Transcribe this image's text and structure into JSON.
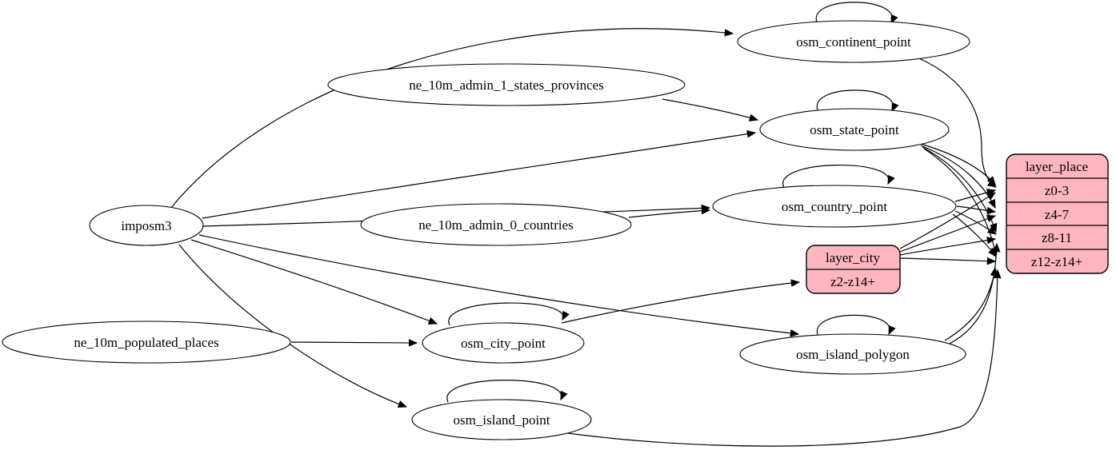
{
  "diagram": {
    "kind": "etl-graph",
    "colors": {
      "background": "#ffffff",
      "table_fill": "#ffffff",
      "layer_fill": "#ffb6be",
      "stroke": "#000000"
    },
    "nodes": {
      "imposm3": {
        "label": "imposm3",
        "type": "source"
      },
      "ne_10m_admin_1_states_provinces": {
        "label": "ne_10m_admin_1_states_provinces",
        "type": "source"
      },
      "ne_10m_admin_0_countries": {
        "label": "ne_10m_admin_0_countries",
        "type": "source"
      },
      "ne_10m_populated_places": {
        "label": "ne_10m_populated_places",
        "type": "source"
      },
      "osm_continent_point": {
        "label": "osm_continent_point",
        "type": "table"
      },
      "osm_state_point": {
        "label": "osm_state_point",
        "type": "table"
      },
      "osm_country_point": {
        "label": "osm_country_point",
        "type": "table"
      },
      "osm_city_point": {
        "label": "osm_city_point",
        "type": "table"
      },
      "osm_island_polygon": {
        "label": "osm_island_polygon",
        "type": "table"
      },
      "osm_island_point": {
        "label": "osm_island_point",
        "type": "table"
      },
      "layer_city": {
        "label": "layer_city",
        "type": "layer",
        "rows": [
          "z2-z14+"
        ]
      },
      "layer_place": {
        "label": "layer_place",
        "type": "layer",
        "rows": [
          "z0-3",
          "z4-7",
          "z8-11",
          "z12-z14+"
        ]
      }
    },
    "edges": [
      {
        "from": "imposm3",
        "to": "osm_continent_point"
      },
      {
        "from": "imposm3",
        "to": "osm_state_point"
      },
      {
        "from": "imposm3",
        "to": "osm_country_point"
      },
      {
        "from": "imposm3",
        "to": "osm_city_point"
      },
      {
        "from": "imposm3",
        "to": "osm_island_polygon"
      },
      {
        "from": "imposm3",
        "to": "osm_island_point"
      },
      {
        "from": "ne_10m_admin_1_states_provinces",
        "to": "osm_state_point"
      },
      {
        "from": "ne_10m_admin_0_countries",
        "to": "osm_country_point"
      },
      {
        "from": "ne_10m_populated_places",
        "to": "osm_city_point"
      },
      {
        "from": "osm_continent_point",
        "to": "osm_continent_point"
      },
      {
        "from": "osm_state_point",
        "to": "osm_state_point"
      },
      {
        "from": "osm_country_point",
        "to": "osm_country_point"
      },
      {
        "from": "osm_city_point",
        "to": "osm_city_point"
      },
      {
        "from": "osm_island_polygon",
        "to": "osm_island_polygon"
      },
      {
        "from": "osm_island_point",
        "to": "osm_island_point"
      },
      {
        "from": "osm_continent_point",
        "to": "layer_place:z0-3"
      },
      {
        "from": "osm_state_point",
        "to": "layer_place:z0-3"
      },
      {
        "from": "osm_state_point",
        "to": "layer_place:z4-7"
      },
      {
        "from": "osm_state_point",
        "to": "layer_place:z8-11"
      },
      {
        "from": "osm_state_point",
        "to": "layer_place:z12-z14+"
      },
      {
        "from": "osm_country_point",
        "to": "layer_place:z0-3"
      },
      {
        "from": "osm_country_point",
        "to": "layer_place:z4-7"
      },
      {
        "from": "osm_country_point",
        "to": "layer_place:z8-11"
      },
      {
        "from": "osm_country_point",
        "to": "layer_place:z12-z14+"
      },
      {
        "from": "osm_city_point",
        "to": "layer_city:z2-z14+"
      },
      {
        "from": "layer_city",
        "to": "layer_place:z0-3"
      },
      {
        "from": "layer_city",
        "to": "layer_place:z4-7"
      },
      {
        "from": "layer_city",
        "to": "layer_place:z8-11"
      },
      {
        "from": "layer_city",
        "to": "layer_place:z12-z14+"
      },
      {
        "from": "osm_island_polygon",
        "to": "layer_place:z8-11"
      },
      {
        "from": "osm_island_polygon",
        "to": "layer_place:z12-z14+"
      },
      {
        "from": "osm_island_point",
        "to": "layer_place:z12-z14+"
      }
    ]
  }
}
